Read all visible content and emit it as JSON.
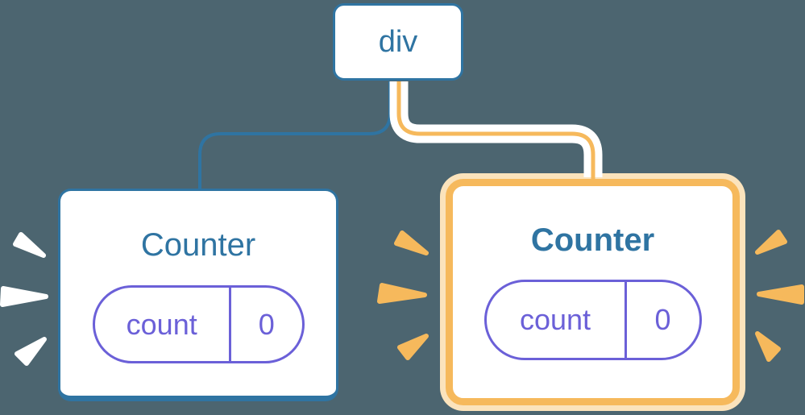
{
  "colors": {
    "background": "#4C6570",
    "blue": "#2F74A2",
    "orange": "#F6B95C",
    "orange_light": "#FBE3BC",
    "purple": "#6B60D8",
    "white": "#FFFFFF"
  },
  "tree": {
    "root": {
      "label": "div"
    },
    "children": [
      {
        "label": "Counter",
        "state_key": "count",
        "state_value": "0",
        "highlighted": false
      },
      {
        "label": "Counter",
        "state_key": "count",
        "state_value": "0",
        "highlighted": true
      }
    ]
  }
}
